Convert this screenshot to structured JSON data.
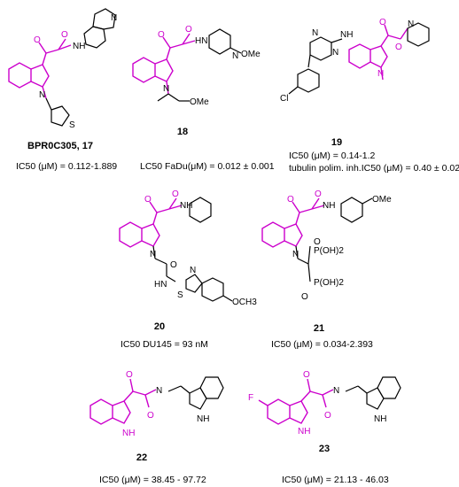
{
  "accent_color": "#cc00cc",
  "compounds": [
    {
      "id": "BPR0C305, 17",
      "lines": [
        "IC50 (μM) = 0.112-1.889"
      ]
    },
    {
      "id": "18",
      "lines": [
        "LC50 FaDu(μM) = 0.012 ± 0.001"
      ]
    },
    {
      "id": "19",
      "lines": [
        "IC50 (μM) = 0.14-1.2",
        "tubulin polim. inh.IC50 (μM) = 0.40 ± 0.02"
      ]
    },
    {
      "id": "20",
      "lines": [
        "IC50 DU145 = 93 nM"
      ]
    },
    {
      "id": "21",
      "lines": [
        "IC50 (μM) = 0.034-2.393"
      ]
    },
    {
      "id": "22",
      "lines": [
        "IC50 (μM) = 38.45 - 97.72"
      ]
    },
    {
      "id": "23",
      "lines": [
        "IC50 (μM) = 21.13 - 46.03"
      ]
    }
  ],
  "atom_labels": {
    "N": "N",
    "NH": "NH",
    "HN": "HN",
    "O": "O",
    "S": "S",
    "OMe": "OMe",
    "Cl": "Cl",
    "F": "F",
    "OCH3": "OCH3",
    "PO3H2_a": "P(OH)2",
    "PO3H2_b": "P(OH)2"
  }
}
